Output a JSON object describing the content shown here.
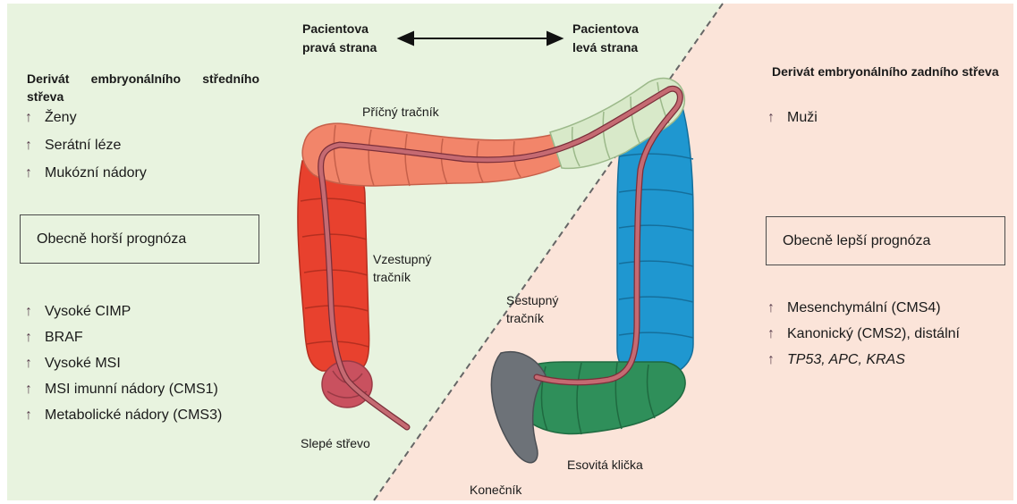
{
  "colors": {
    "left_bg": "#e8f3df",
    "right_bg": "#fbe4d9",
    "divider": "#666666",
    "transverse_right": "#f2856a",
    "transverse_left": "#d8e9c9",
    "ascending": "#e8412e",
    "cecum": "#c9515f",
    "descending": "#1f97d0",
    "sigmoid": "#2f8f5a",
    "rectum": "#6d7278",
    "inner_tube": "#c56a72",
    "arrow_icon": "#5a3f4e"
  },
  "header": {
    "right_side": "Pacientova\npravá strana",
    "left_side": "Pacientova\nlevá strana"
  },
  "left_panel": {
    "heading": "Derivát embryonálního středního střeva",
    "top_items": [
      "Ženy",
      "Serátní léze",
      "Mukózní nádory"
    ],
    "prognosis": "Obecně horší prognóza",
    "bottom_items": [
      "Vysoké CIMP",
      "BRAF",
      "Vysoké MSI",
      "MSI imunní nádory (CMS1)",
      "Metabolické nádory (CMS3)"
    ]
  },
  "right_panel": {
    "heading": "Derivát embryonálního zadního střeva",
    "top_items": [
      "Muži"
    ],
    "prognosis": "Obecně lepší prognóza",
    "bottom_items": [
      "Mesenchymální (CMS4)",
      "Kanonický (CMS2), distální",
      "TP53, APC, KRAS"
    ]
  },
  "anatomy_labels": {
    "transverse": "Příčný tračník",
    "ascending": "Vzestupný\ntračník",
    "descending": "Sestupný\ntračník",
    "cecum": "Slepé střevo",
    "sigmoid": "Esovitá klička",
    "rectum": "Konečník"
  },
  "icons": {
    "item_marker": "up-arrow-icon",
    "side_marker": "double-arrow-icon"
  },
  "arrow_glyph": "↑"
}
